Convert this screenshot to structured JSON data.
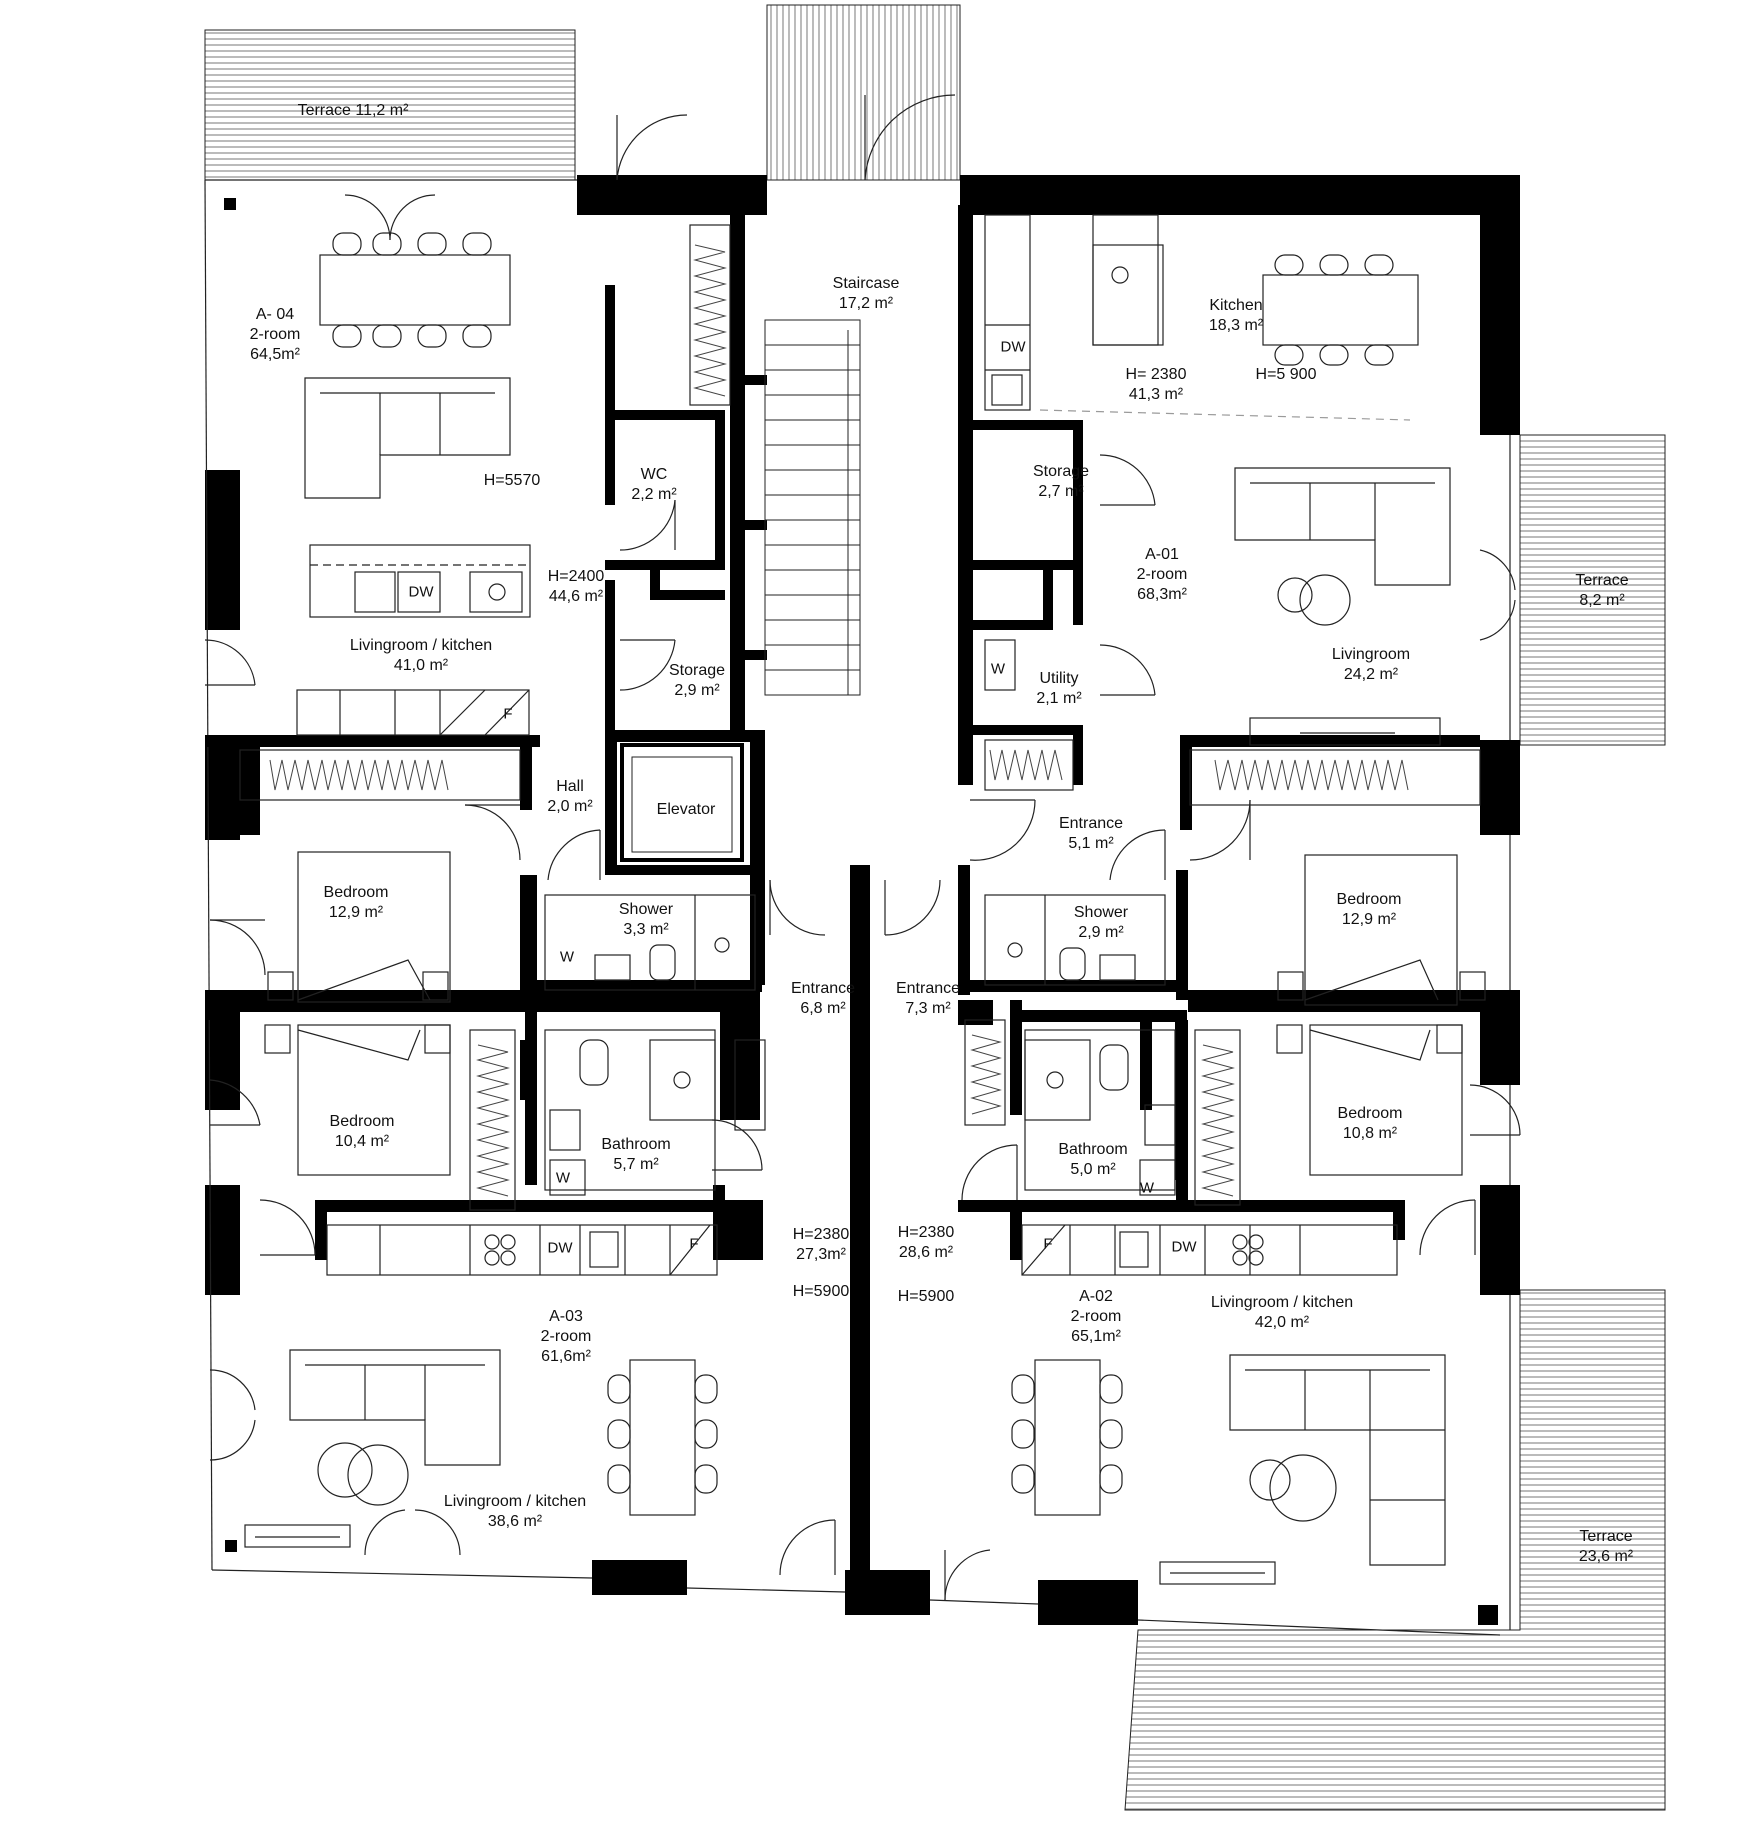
{
  "colors": {
    "wall": "#000000",
    "line": "#1a1a1a",
    "background": "#ffffff",
    "dash": "#9a9a9a"
  },
  "rooms": {
    "terrace_nw": [
      "Terrace  11,2 m²"
    ],
    "a04": [
      "A- 04",
      "2-room",
      "64,5m²"
    ],
    "a04_height": [
      "H=5570"
    ],
    "a04_height2": [
      "H=2400",
      "44,6 m²"
    ],
    "a04_living": [
      "Livingroom / kitchen",
      "41,0 m²"
    ],
    "wc": [
      "WC",
      "2,2 m²"
    ],
    "storage_a04": [
      "Storage",
      "2,9 m²"
    ],
    "staircase": [
      "Staircase",
      "17,2 m²"
    ],
    "hall": [
      "Hall",
      "2,0 m²"
    ],
    "elevator": [
      "Elevator"
    ],
    "bedroom_a04": [
      "Bedroom",
      "12,9 m²"
    ],
    "shower_a04": [
      "Shower",
      "3,3 m²"
    ],
    "entrance_a03": [
      "Entrance",
      "6,8 m²"
    ],
    "entrance_a02": [
      "Entrance",
      "7,3 m²"
    ],
    "bedroom_a03": [
      "Bedroom",
      "10,4 m²"
    ],
    "bathroom_a03": [
      "Bathroom",
      "5,7 m²"
    ],
    "a03_height": [
      "H=2380",
      "27,3m²"
    ],
    "a03_height2": [
      "H=5900"
    ],
    "a03": [
      "A-03",
      "2-room",
      "61,6m²"
    ],
    "a03_living": [
      "Livingroom / kitchen",
      "38,6 m²"
    ],
    "kitchen_a01": [
      "Kitchen",
      "18,3 m²"
    ],
    "a01_height": [
      "H= 2380",
      "41,3 m²"
    ],
    "a01_height2": [
      "H=5 900"
    ],
    "storage_a01": [
      "Storage",
      "2,7 m²"
    ],
    "a01": [
      "A-01",
      "2-room",
      "68,3m²"
    ],
    "utility": [
      "Utility",
      "2,1 m²"
    ],
    "living_a01": [
      "Livingroom",
      "24,2 m²"
    ],
    "terrace_e": [
      "Terrace",
      "8,2 m²"
    ],
    "entrance_a01": [
      "Entrance",
      "5,1  m²"
    ],
    "shower_a01": [
      "Shower",
      "2,9 m²"
    ],
    "bedroom_a01": [
      "Bedroom",
      "12,9 m²"
    ],
    "bedroom_a02": [
      "Bedroom",
      "10,8 m²"
    ],
    "bathroom_a02": [
      "Bathroom",
      "5,0 m²"
    ],
    "a02_height": [
      "H=2380",
      "28,6 m²"
    ],
    "a02_height2": [
      "H=5900"
    ],
    "a02": [
      "A-02",
      "2-room",
      "65,1m²"
    ],
    "a02_living": [
      "Livingroom / kitchen",
      "42,0 m²"
    ],
    "terrace_se": [
      "Terrace",
      "23,6 m²"
    ]
  },
  "marks": {
    "dw": "DW",
    "w": "W",
    "f": "F"
  }
}
